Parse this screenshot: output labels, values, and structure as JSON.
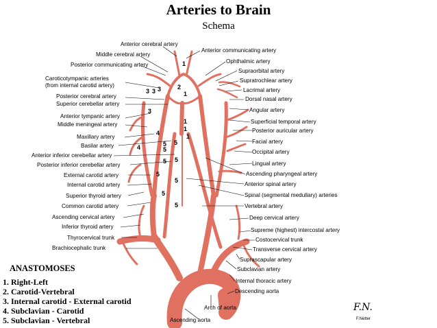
{
  "title": "Arteries to Brain",
  "subtitle": "Schema",
  "colors": {
    "artery": "#e07060",
    "artery_dark": "#a83a2e",
    "label_line": "#000000"
  },
  "labels_left": [
    "Anterior cerebral artery",
    "Middle cerebral artery",
    "Posterior communicating artery",
    "Caroticotympanic arteries",
    "(from internal carotid artery)",
    "Posterior cerebral artery",
    "Superior cerebellar artery",
    "Anterior tympanic artery",
    "Middle meningeal artery",
    "Maxillary artery",
    "Basilar artery",
    "Anterior inferior cerebellar artery",
    "Posterior inferior cerebellar artery",
    "External carotid artery",
    "Internal carotid artery",
    "Superior thyroid artery",
    "Common carotid artery",
    "Ascending cervical artery",
    "Inferior thyroid artery",
    "Thyrocervical trunk",
    "Brachiocephalic trunk"
  ],
  "labels_right": [
    "Anterior communicating artery",
    "Ophthalmic artery",
    "Supraorbital artery",
    "Supratrochlear artery",
    "Lacrimal artery",
    "Dorsal nasal artery",
    "Angular artery",
    "Superficial temporal artery",
    "Posterior auricular artery",
    "Facial artery",
    "Occipital artery",
    "Lingual artery",
    "Ascending pharyngeal artery",
    "Anterior spinal artery",
    "Spinal (segmental medullary) arteries",
    "Vertebral artery",
    "Deep cervical artery",
    "Supreme (highest) intercostal artery",
    "Costocervical trunk",
    "Transverse cervical artery",
    "Suprascapular artery",
    "Subclavian artery",
    "Internal thoracic artery",
    "Descending aorta",
    "Arch of aorta",
    "Ascending aorta"
  ],
  "numbers": [
    "1",
    "1",
    "2",
    "1",
    "1",
    "1",
    "3",
    "3",
    "3",
    "3",
    "4",
    "4",
    "5",
    "5",
    "5",
    "5",
    "5",
    "5",
    "5",
    "5",
    "5"
  ],
  "anastomoses": {
    "title": "ANASTOMOSES",
    "items": [
      "1. Right-Left",
      "2. Carotid-Vertebral",
      "3. Internal carotid - External carotid",
      "4. Subclavian - Carotid",
      "5. Subclavian - Vertebral"
    ]
  },
  "signature": "F.N.",
  "signature_sub": "F.Netter"
}
